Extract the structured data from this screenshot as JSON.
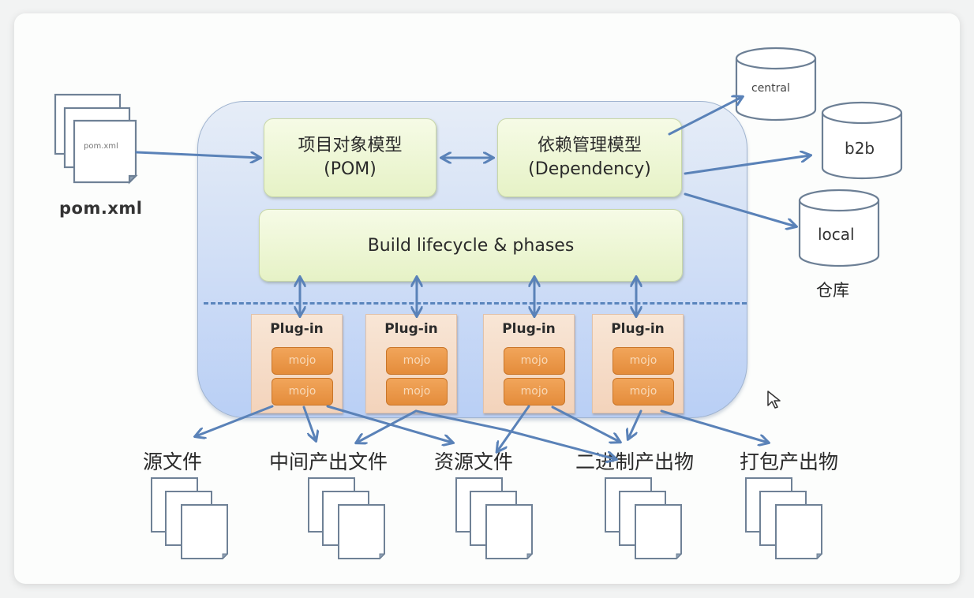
{
  "diagram": {
    "input": {
      "file_label": "pom.xml",
      "doc_text": "pom.xml"
    },
    "core": {
      "pom_box": {
        "line1": "项目对象模型",
        "line2": "(POM)"
      },
      "dependency_box": {
        "line1": "依赖管理模型",
        "line2": "(Dependency)"
      },
      "lifecycle_box": {
        "label": "Build lifecycle & phases"
      }
    },
    "repositories": {
      "items": [
        {
          "label": "central"
        },
        {
          "label": "b2b"
        },
        {
          "label": "local"
        }
      ],
      "group_label": "仓库"
    },
    "plugins": [
      {
        "title": "Plug-in",
        "mojos": [
          "mojo",
          "mojo"
        ]
      },
      {
        "title": "Plug-in",
        "mojos": [
          "mojo",
          "mojo"
        ]
      },
      {
        "title": "Plug-in",
        "mojos": [
          "mojo",
          "mojo"
        ]
      },
      {
        "title": "Plug-in",
        "mojos": [
          "mojo",
          "mojo"
        ]
      }
    ],
    "outputs": [
      {
        "label": "源文件"
      },
      {
        "label": "中间产出文件"
      },
      {
        "label": "资源文件"
      },
      {
        "label": "二进制产出物"
      },
      {
        "label": "打包产出物"
      }
    ],
    "connections": [
      {
        "from": "pom.xml",
        "to": "项目对象模型 (POM)",
        "type": "arrow"
      },
      {
        "from": "项目对象模型 (POM)",
        "to": "依赖管理模型 (Dependency)",
        "type": "double-arrow"
      },
      {
        "from": "依赖管理模型 (Dependency)",
        "to": "central",
        "type": "arrow"
      },
      {
        "from": "依赖管理模型 (Dependency)",
        "to": "b2b",
        "type": "arrow"
      },
      {
        "from": "依赖管理模型 (Dependency)",
        "to": "local",
        "type": "arrow"
      },
      {
        "from": "Build lifecycle & phases",
        "to": "Plug-in 1",
        "type": "double-arrow"
      },
      {
        "from": "Build lifecycle & phases",
        "to": "Plug-in 2",
        "type": "double-arrow"
      },
      {
        "from": "Build lifecycle & phases",
        "to": "Plug-in 3",
        "type": "double-arrow"
      },
      {
        "from": "Build lifecycle & phases",
        "to": "Plug-in 4",
        "type": "double-arrow"
      },
      {
        "from": "Plug-in 1",
        "to": "源文件",
        "type": "arrow"
      },
      {
        "from": "Plug-in 1",
        "to": "中间产出文件",
        "type": "arrow"
      },
      {
        "from": "Plug-in 1",
        "to": "资源文件",
        "type": "arrow"
      },
      {
        "from": "Plug-in 2",
        "to": "中间产出文件",
        "type": "arrow"
      },
      {
        "from": "Plug-in 2",
        "to": "二进制产出物",
        "type": "arrow"
      },
      {
        "from": "Plug-in 3",
        "to": "资源文件",
        "type": "arrow"
      },
      {
        "from": "Plug-in 3",
        "to": "二进制产出物",
        "type": "arrow"
      },
      {
        "from": "Plug-in 4",
        "to": "二进制产出物",
        "type": "arrow"
      },
      {
        "from": "Plug-in 4",
        "to": "打包产出物",
        "type": "arrow"
      }
    ],
    "colors": {
      "arrow": "#5a82b8",
      "container": "#c9daf5",
      "green_box": "#e8f3cc",
      "plugin_bg": "#f5dcc6",
      "mojo": "#e8923f"
    }
  }
}
